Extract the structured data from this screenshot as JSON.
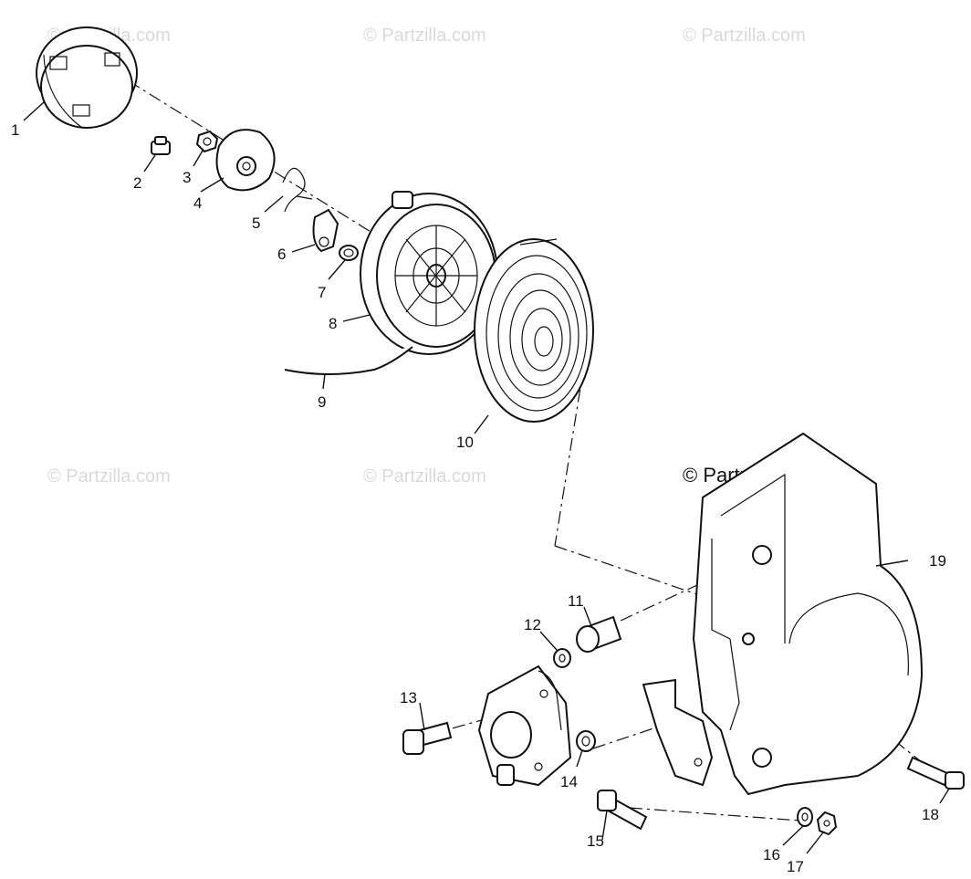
{
  "watermarks": {
    "tl": "© Partzilla.com",
    "tc": "© Partzilla.com",
    "tr": "© Partzilla.com",
    "ml": "© Partzilla.com",
    "mc": "© Partzilla.com",
    "main": "© Partzilla.com"
  },
  "callouts": {
    "p1": "1",
    "p2": "2",
    "p3": "3",
    "p4": "4",
    "p5": "5",
    "p6": "6",
    "p7": "7",
    "p8": "8",
    "p9": "9",
    "p10": "10",
    "p11": "11",
    "p12": "12",
    "p13": "13",
    "p14": "14",
    "p15": "15",
    "p16": "16",
    "p17": "17",
    "p18": "18",
    "p19": "19"
  }
}
